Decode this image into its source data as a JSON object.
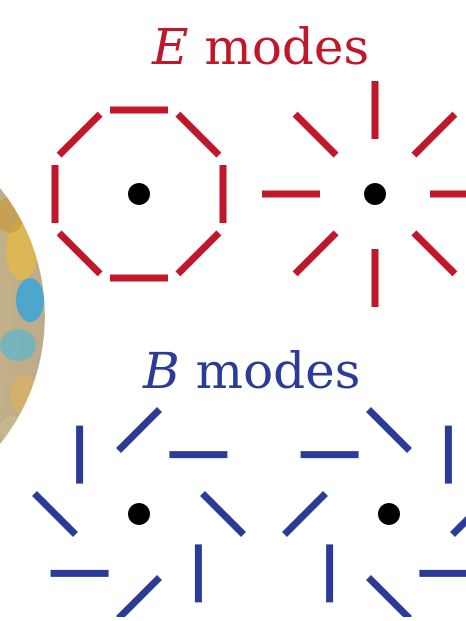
{
  "colors": {
    "e_modes": "#c0182a",
    "b_modes": "#2b3b97",
    "dot": "#000000",
    "background": "#ffffff"
  },
  "titles": {
    "e": {
      "symbol": "E",
      "text": "modes"
    },
    "b": {
      "symbol": "B",
      "text": "modes"
    }
  }
}
